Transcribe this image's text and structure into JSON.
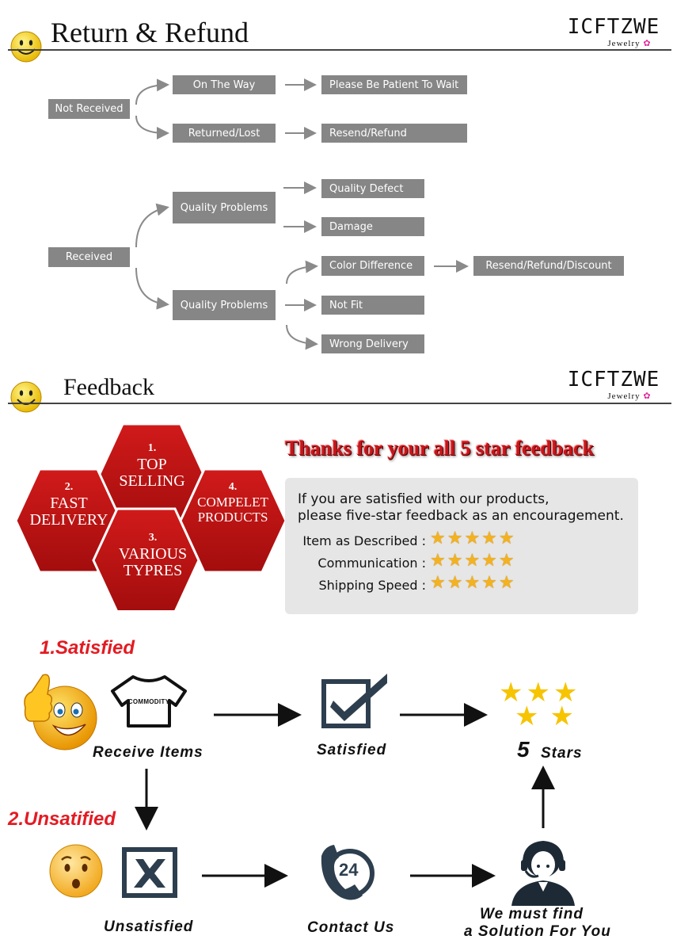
{
  "sections": {
    "return_title": "Return & Refund",
    "feedback_title": "Feedback"
  },
  "logo": {
    "brand": "ICFTZWE",
    "sub": "Jewelry"
  },
  "flow": {
    "not_received": "Not Received",
    "on_the_way": "On The Way",
    "please_wait": "Please Be Patient To Wait",
    "returned_lost": "Returned/Lost",
    "resend_refund": "Resend/Refund",
    "received": "Received",
    "quality_problems_1": "Quality Problems",
    "quality_defect": "Quality Defect",
    "damage": "Damage",
    "quality_problems_2": "Quality Problems",
    "color_difference": "Color Difference",
    "resend_refund_discount": "Resend/Refund/Discount",
    "not_fit": "Not Fit",
    "wrong_delivery": "Wrong Delivery"
  },
  "hexagons": [
    {
      "num": "1.",
      "line1": "TOP",
      "line2": "SELLING"
    },
    {
      "num": "2.",
      "line1": "FAST",
      "line2": "DELIVERY"
    },
    {
      "num": "3.",
      "line1": "VARIOUS",
      "line2": "TYPRES"
    },
    {
      "num": "4.",
      "line1": "COMPELET",
      "line2": "PRODUCTS"
    }
  ],
  "feedback": {
    "thanks": "Thanks for your all  5 star feedback",
    "line1": "If you are satisfied with our products,",
    "line2": "please five-star feedback as an encouragement.",
    "ratings": [
      {
        "label": "Item as Described :",
        "stars": "★★★★★"
      },
      {
        "label": "Communication :",
        "stars": "★★★★★"
      },
      {
        "label": "Shipping Speed  :",
        "stars": "★★★★★"
      }
    ],
    "accent_color": "#c6161c",
    "star_color": "#f3b21f"
  },
  "process": {
    "step1": "1.Satisfied",
    "step2": "2.Unsatified",
    "commodity": "COMMODITY",
    "receive_items": "Receive Items",
    "satisfied": "Satisfied",
    "five": "5",
    "stars": "Stars",
    "unsatisfied": "Unsatisfied",
    "contact_us": "Contact Us",
    "badge_24": "24",
    "solution_1": "We must find",
    "solution_2": "a Solution For You"
  }
}
